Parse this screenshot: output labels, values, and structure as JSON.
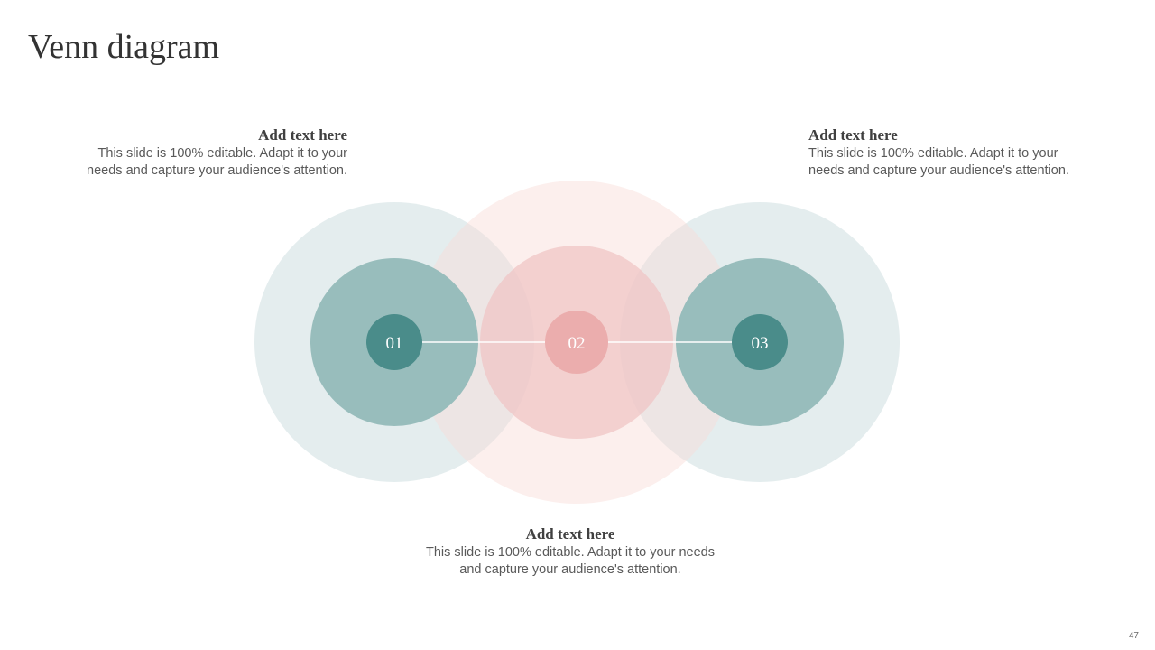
{
  "slide": {
    "title": "Venn diagram",
    "page_number": "47"
  },
  "colors": {
    "teal_dark": "#4a8c8a",
    "teal_mid": "#98bdbc",
    "teal_light": "#e3eced",
    "pink_dark": "#ebadad",
    "pink_mid": "#f3d0d1",
    "pink_light": "#fcf0ef"
  },
  "diagram": {
    "nodes": [
      {
        "label": "01"
      },
      {
        "label": "02"
      },
      {
        "label": "03"
      }
    ]
  },
  "text_blocks": {
    "left": {
      "heading": "Add text here",
      "body_line1": "This slide is 100% editable. Adapt it to your",
      "body_line2": "needs and capture your audience's attention."
    },
    "right": {
      "heading": "Add text here",
      "body_line1": "This slide is 100% editable. Adapt it to your",
      "body_line2": "needs and capture your audience's attention."
    },
    "bottom": {
      "heading": "Add text here",
      "body_line1": "This slide is 100% editable. Adapt it to your needs",
      "body_line2": "and capture your audience's attention."
    }
  }
}
